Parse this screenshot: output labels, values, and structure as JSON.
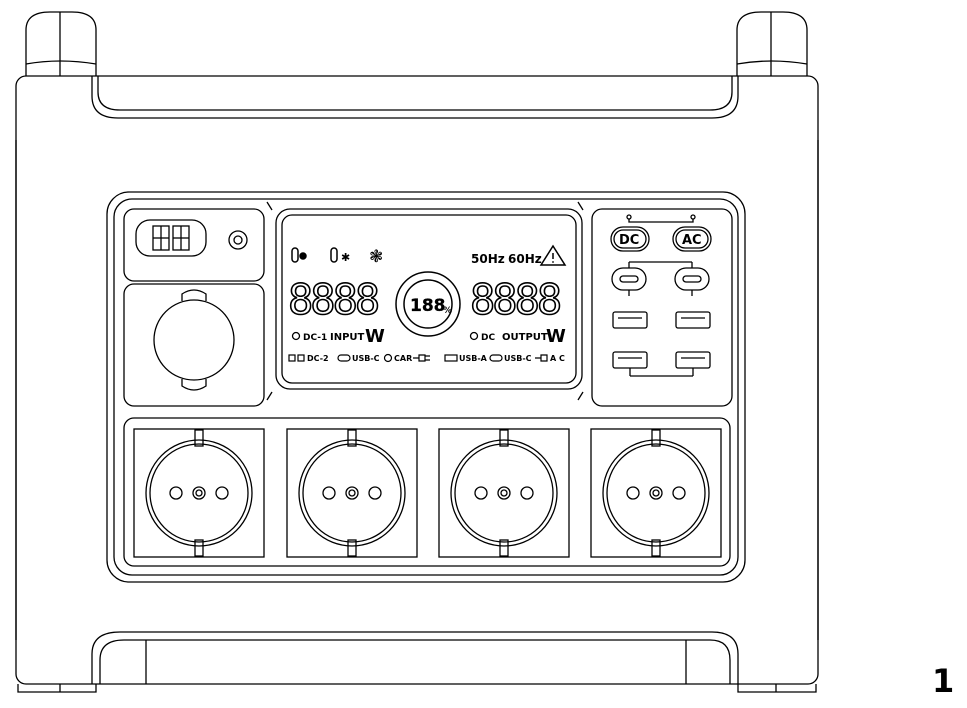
{
  "figure_number": "1",
  "lcd": {
    "freq_50": "50Hz",
    "freq_60": "60Hz",
    "input_digits": "8888",
    "output_digits": "8888",
    "battery_percent": "188",
    "percent_sign": "%",
    "input_label": "INPUT",
    "output_label": "OUTPUT",
    "watt_input": "W",
    "watt_output": "W",
    "dc1_label": "DC-1",
    "dc_label": "DC",
    "bottom_indicators": [
      "DC-2",
      "USB-C",
      "CAR",
      "USB-A",
      "USB-C",
      "A C"
    ]
  },
  "buttons": {
    "dc": "DC",
    "ac": "AC"
  }
}
